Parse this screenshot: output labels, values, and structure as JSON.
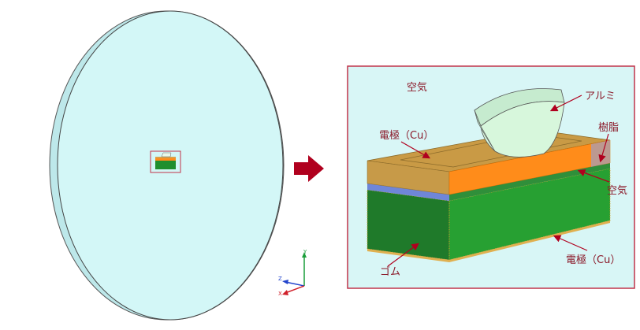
{
  "labels": {
    "air_top": "空気",
    "aluminum": "アルミ",
    "electrode_top": "電極（Cu）",
    "resin": "樹脂",
    "air_side": "空気",
    "rubber": "ゴム",
    "electrode_bottom": "電極（Cu）"
  },
  "axes": {
    "x": "X",
    "y": "Y",
    "z": "Z"
  },
  "colors": {
    "air_region": "#d8f6f6",
    "cylinder_face": "#d3f7f7",
    "cylinder_side": "#bde8ea",
    "highlight_frame": "#c0334a",
    "arrow": "#b0001e",
    "label_text": "#8b1a2a",
    "electrode_cu": "#d8a24a",
    "resin": "#ff8c1a",
    "rubber": "#1f8f2e",
    "insulator_blue": "#6f86d8",
    "aluminum": "#d7f7dc"
  }
}
